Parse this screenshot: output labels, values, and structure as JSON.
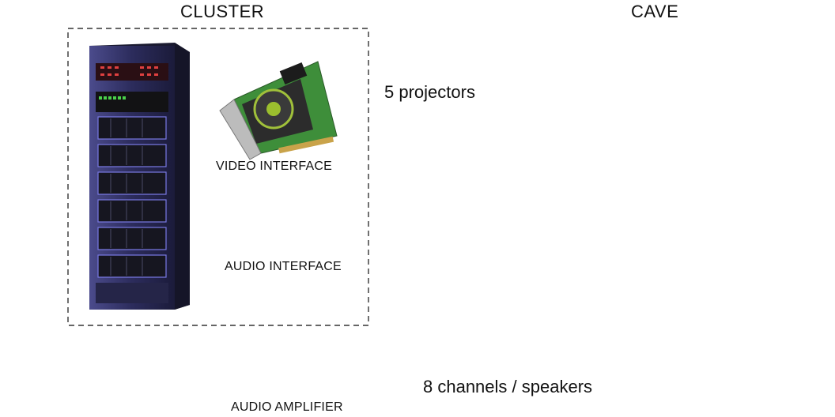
{
  "cluster": {
    "title": "CLUSTER"
  },
  "cave": {
    "title": "CAVE"
  },
  "video_interface": {
    "label": "VIDEO INTERFACE"
  },
  "audio_interface": {
    "label": "AUDIO INTERFACE"
  },
  "audio_amplifier": {
    "label": "AUDIO AMPLIFIER"
  },
  "connections": {
    "projectors": "5 projectors",
    "speakers": "8 channels / speakers"
  },
  "colors": {
    "rack_body": "#2a2a55",
    "rack_glow": "#6a6ad8",
    "gpu_board": "#3d8a3a",
    "cave_wall": "#cfcfcf"
  },
  "icons": [
    "server-rack-icon",
    "graphics-card-icon",
    "audio-interface-icon",
    "amplifier-icon",
    "projector-icon",
    "speaker-icon",
    "person-icon"
  ]
}
